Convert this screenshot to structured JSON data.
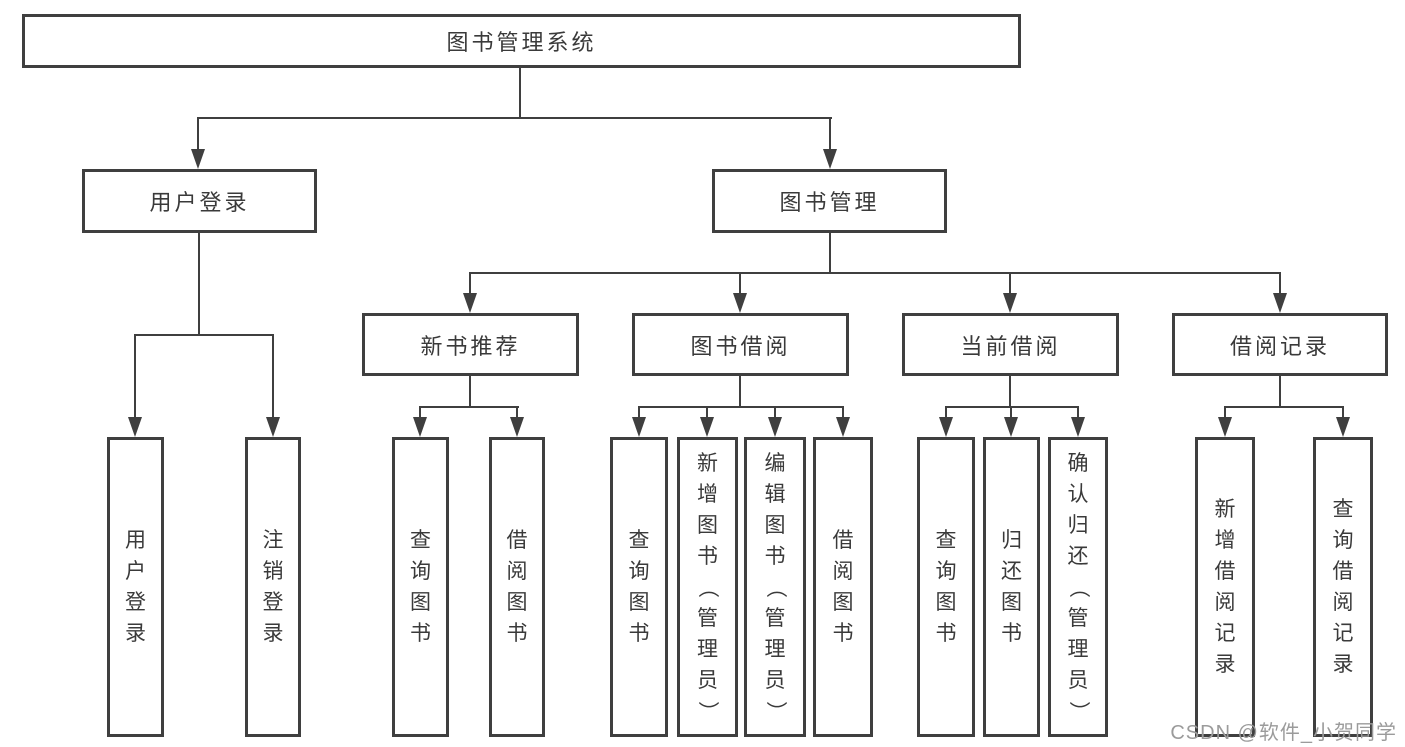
{
  "tree": {
    "label": "图书管理系统",
    "children": [
      {
        "label": "用户登录",
        "children": [
          {
            "label": "用户登录"
          },
          {
            "label": "注销登录"
          }
        ]
      },
      {
        "label": "图书管理",
        "children": [
          {
            "label": "新书推荐",
            "children": [
              {
                "label": "查询图书"
              },
              {
                "label": "借阅图书"
              }
            ]
          },
          {
            "label": "图书借阅",
            "children": [
              {
                "label": "查询图书"
              },
              {
                "label": "新增图书（管理员）"
              },
              {
                "label": "编辑图书（管理员）"
              },
              {
                "label": "借阅图书"
              }
            ]
          },
          {
            "label": "当前借阅",
            "children": [
              {
                "label": "查询图书"
              },
              {
                "label": "归还图书"
              },
              {
                "label": "确认归还（管理员）"
              }
            ]
          },
          {
            "label": "借阅记录",
            "children": [
              {
                "label": "新增借阅记录"
              },
              {
                "label": "查询借阅记录"
              }
            ]
          }
        ]
      }
    ]
  },
  "watermark": {
    "text": "CSDN @软件_小贺同学"
  },
  "colors": {
    "line": "#3f3f3f",
    "border": "#3f3f3f",
    "text": "#3a3a3a",
    "watermark": "#9b9b9b",
    "background": "#ffffff"
  }
}
